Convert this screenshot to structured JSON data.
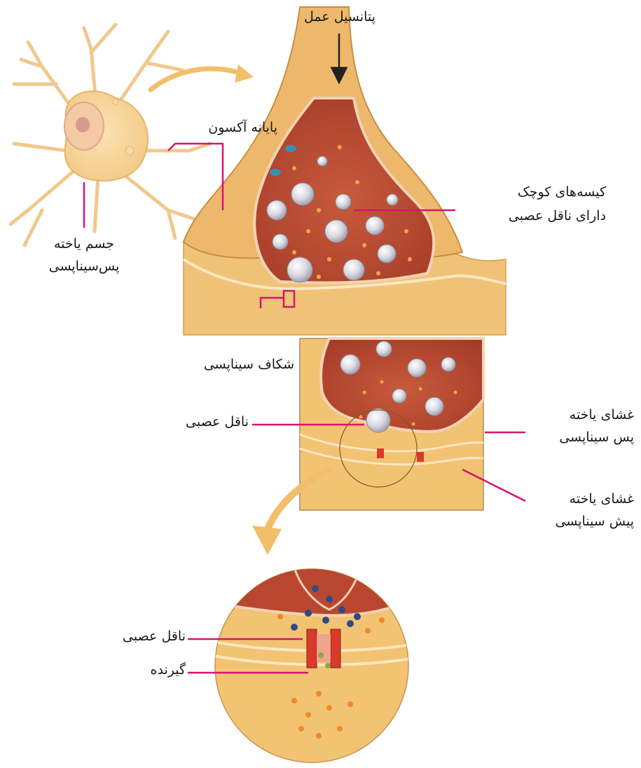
{
  "labels": {
    "action_potential": "پتانسیل عمل",
    "axon_terminal": "پایانه آکسون",
    "vesicles_line1": "کیسه‌های کوچک",
    "vesicles_line2": "دارای ناقل عصبی",
    "postsynaptic_body_line1": "جسم یاخته",
    "postsynaptic_body_line2": "پس‌سیناپسی",
    "synaptic_cleft": "شکاف سیناپسی",
    "neurotransmitter_mid": "ناقل عصبی",
    "postsynaptic_membrane_line1": "غشای یاخته",
    "postsynaptic_membrane_line2": "پس سیناپسی",
    "presynaptic_membrane_line1": "غشای یاخته",
    "presynaptic_membrane_line2": "پیش سیناپسی",
    "neurotransmitter_zoom": "ناقل عصبی",
    "receptor": "گیرنده"
  },
  "colors": {
    "leader_line": "#d6136f",
    "tissue": "#f2c777",
    "tissue_dark": "#d9a04e",
    "cytoplasm": "#b9472f",
    "membrane": "#f5dcc0",
    "vesicle": "#d9d9e3",
    "receptor": "#d93a2b",
    "transmitter_blue": "#2f4a88",
    "transmitter_orange": "#f08a2a",
    "arrow": "#f2be6a"
  },
  "icons": {
    "flow_arrow": "curved-arrow-icon",
    "signal_arrow": "down-arrow-icon"
  }
}
